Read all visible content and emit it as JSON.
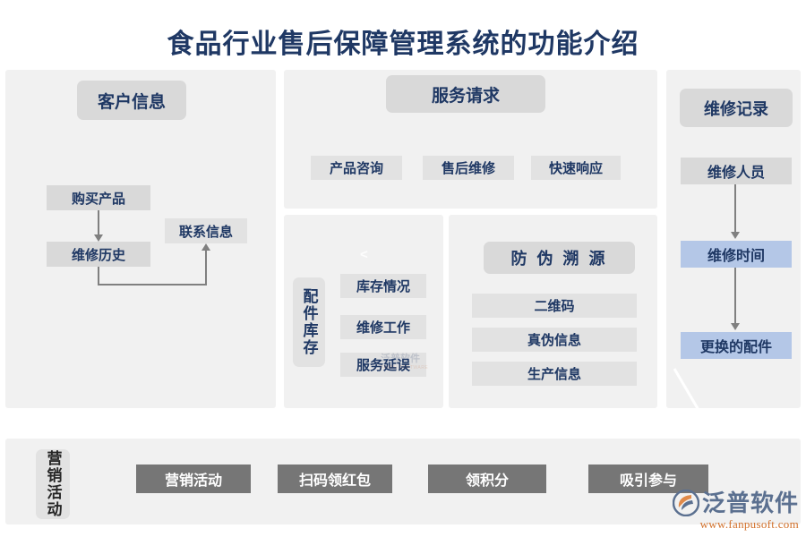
{
  "title": "食品行业售后保障管理系统的功能介绍",
  "colors": {
    "page_background": "#ffffff",
    "panel_background": "#f1f1f1",
    "header_pill": "#d9d9d9",
    "box_default": "#d9d9d9",
    "box_light": "#e2e2e2",
    "box_blue": "#b4c7e7",
    "button_gray": "#767676",
    "text_navy": "#1f3864",
    "connector": "#808080",
    "logo_name": "#5b7090",
    "logo_url": "#d2702a",
    "logo_accent": "#e08a4a"
  },
  "customer_panel": {
    "header": "客户信息",
    "nodes": [
      {
        "label": "购买产品"
      },
      {
        "label": "维修历史"
      },
      {
        "label": "联系信息"
      }
    ]
  },
  "service_panel": {
    "header": "服务请求",
    "items": [
      {
        "label": "产品咨询"
      },
      {
        "label": "售后维修"
      },
      {
        "label": "快速响应"
      }
    ]
  },
  "inventory_panel": {
    "side_label": "配件库存",
    "chevron": "<",
    "items": [
      {
        "label": "库存情况"
      },
      {
        "label": "维修工作"
      },
      {
        "label": "服务延误"
      }
    ]
  },
  "trace_panel": {
    "header": "防 伪 溯 源",
    "items": [
      {
        "label": "二维码"
      },
      {
        "label": "真伪信息"
      },
      {
        "label": "生产信息"
      }
    ]
  },
  "repair_panel": {
    "header": "维修记录",
    "nodes": [
      {
        "label": "维修人员",
        "style": "gray"
      },
      {
        "label": "维修时间",
        "style": "blue"
      },
      {
        "label": "更换的配件",
        "style": "blue"
      }
    ]
  },
  "marketing_panel": {
    "side_label": "营销活动",
    "buttons": [
      {
        "label": "营销活动"
      },
      {
        "label": "扫码领红包"
      },
      {
        "label": "领积分"
      },
      {
        "label": "吸引参与"
      }
    ]
  },
  "watermark": {
    "text": "泛普软件",
    "sub": "FANPU SOFTWARE"
  },
  "logo": {
    "name": "泛普软件",
    "url": "www.fanpusoft.com"
  }
}
